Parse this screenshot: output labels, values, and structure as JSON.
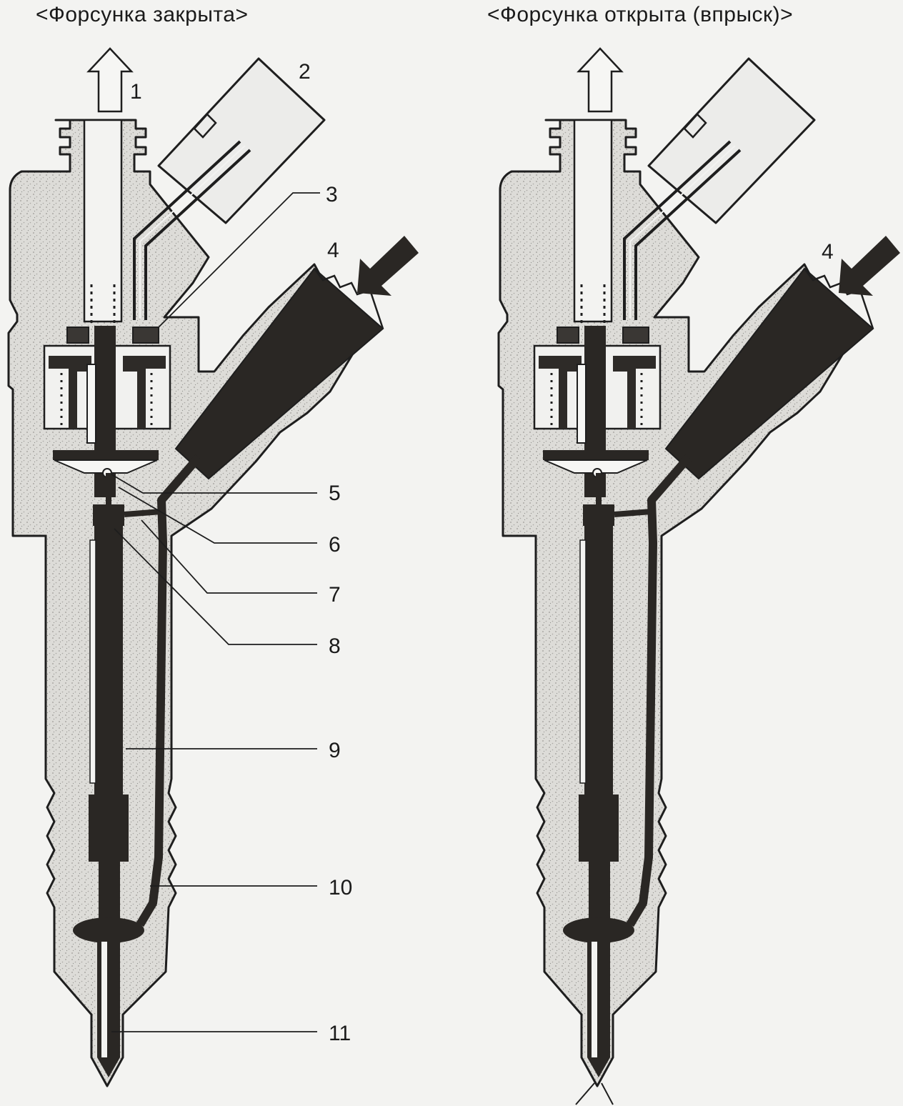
{
  "titles": {
    "closed": "<Форсунка закрыта>",
    "open": "<Форсунка открыта (впрыск)>"
  },
  "callouts": [
    "1",
    "2",
    "3",
    "4",
    "5",
    "6",
    "7",
    "8",
    "9",
    "10",
    "11"
  ],
  "callout_open_4": "4",
  "colors": {
    "background": "#f3f3f1",
    "body_fill": "#dddcd8",
    "fuel_dark": "#2a2724",
    "outline": "#1e1e1e"
  }
}
